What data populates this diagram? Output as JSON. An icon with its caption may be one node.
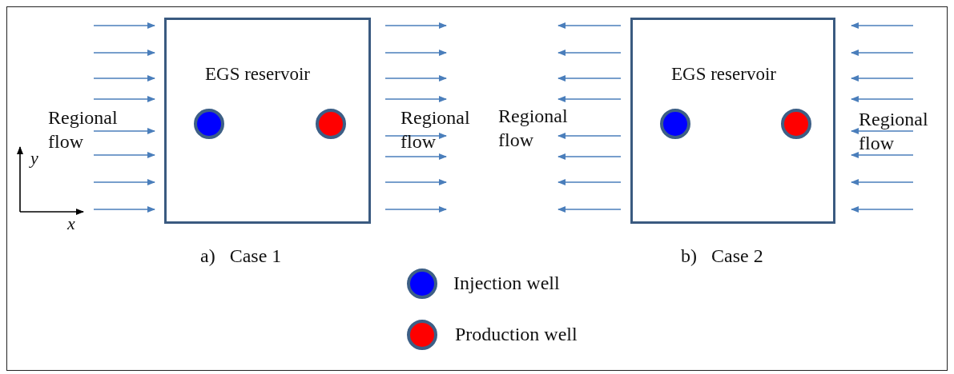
{
  "diagram": {
    "nodes": [
      {
        "text": [
          "EGS reservoir"
        ],
        "beside": [
          "a)   Case 1"
        ]
      },
      {
        "text": [],
        "shape": "circle",
        "in": 0
      },
      {
        "text": [],
        "shape": "circle",
        "in": 0
      },
      {
        "text": [
          "EGS reservoir"
        ],
        "beside": [
          "b)   Case 2"
        ]
      },
      {
        "text": [],
        "shape": "circle",
        "in": 3
      },
      {
        "text": [],
        "shape": "circle",
        "in": 3
      }
    ],
    "edges": [],
    "labels": [
      "Regional flow",
      "Regional flow",
      "Regional flow",
      "Regional flow",
      "y",
      "x"
    ],
    "legend": [
      {
        "text": "Injection well",
        "color": "#0000ff"
      },
      {
        "text": "Production well",
        "color": "#ff0000"
      }
    ]
  }
}
